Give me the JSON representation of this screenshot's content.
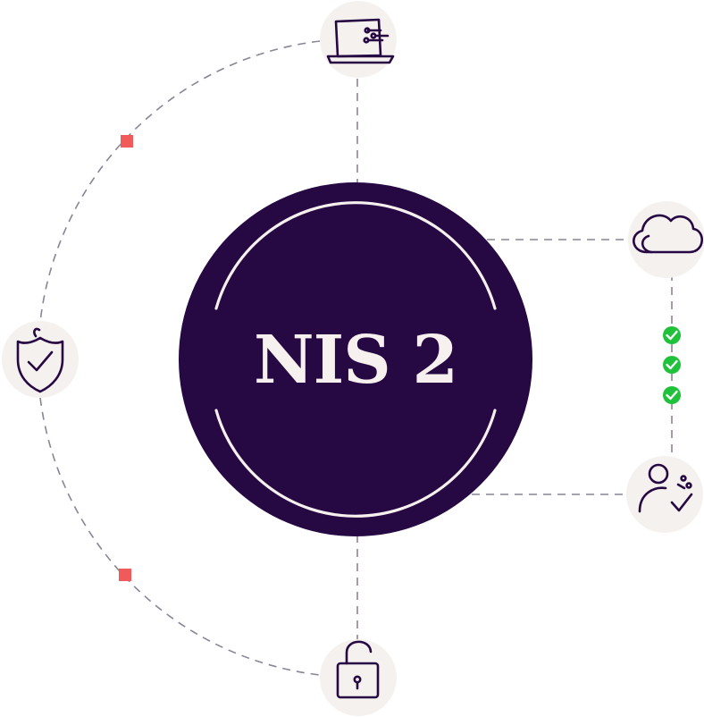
{
  "center": {
    "title": "NIS 2",
    "fill_color": "#260842",
    "text_color": "#f6f1ee"
  },
  "nodes": [
    {
      "id": "top",
      "icon": "laptop-icon"
    },
    {
      "id": "left",
      "icon": "shield-check-icon"
    },
    {
      "id": "bottom",
      "icon": "unlocked-padlock-icon"
    },
    {
      "id": "right-top",
      "icon": "cloud-icon"
    },
    {
      "id": "right-bottom",
      "icon": "user-check-icon"
    }
  ],
  "status_checks": [
    {
      "icon": "check-circle-icon",
      "color": "#1fc23a"
    },
    {
      "icon": "check-circle-icon",
      "color": "#1fc23a"
    },
    {
      "icon": "check-circle-icon",
      "color": "#1fc23a"
    }
  ],
  "markers": [
    {
      "icon": "red-square-marker",
      "color": "#f05a5a"
    },
    {
      "icon": "red-square-marker",
      "color": "#f05a5a"
    }
  ],
  "colors": {
    "node_background": "#f5f1ef",
    "connector": "#8a8496",
    "ink": "#260842"
  }
}
